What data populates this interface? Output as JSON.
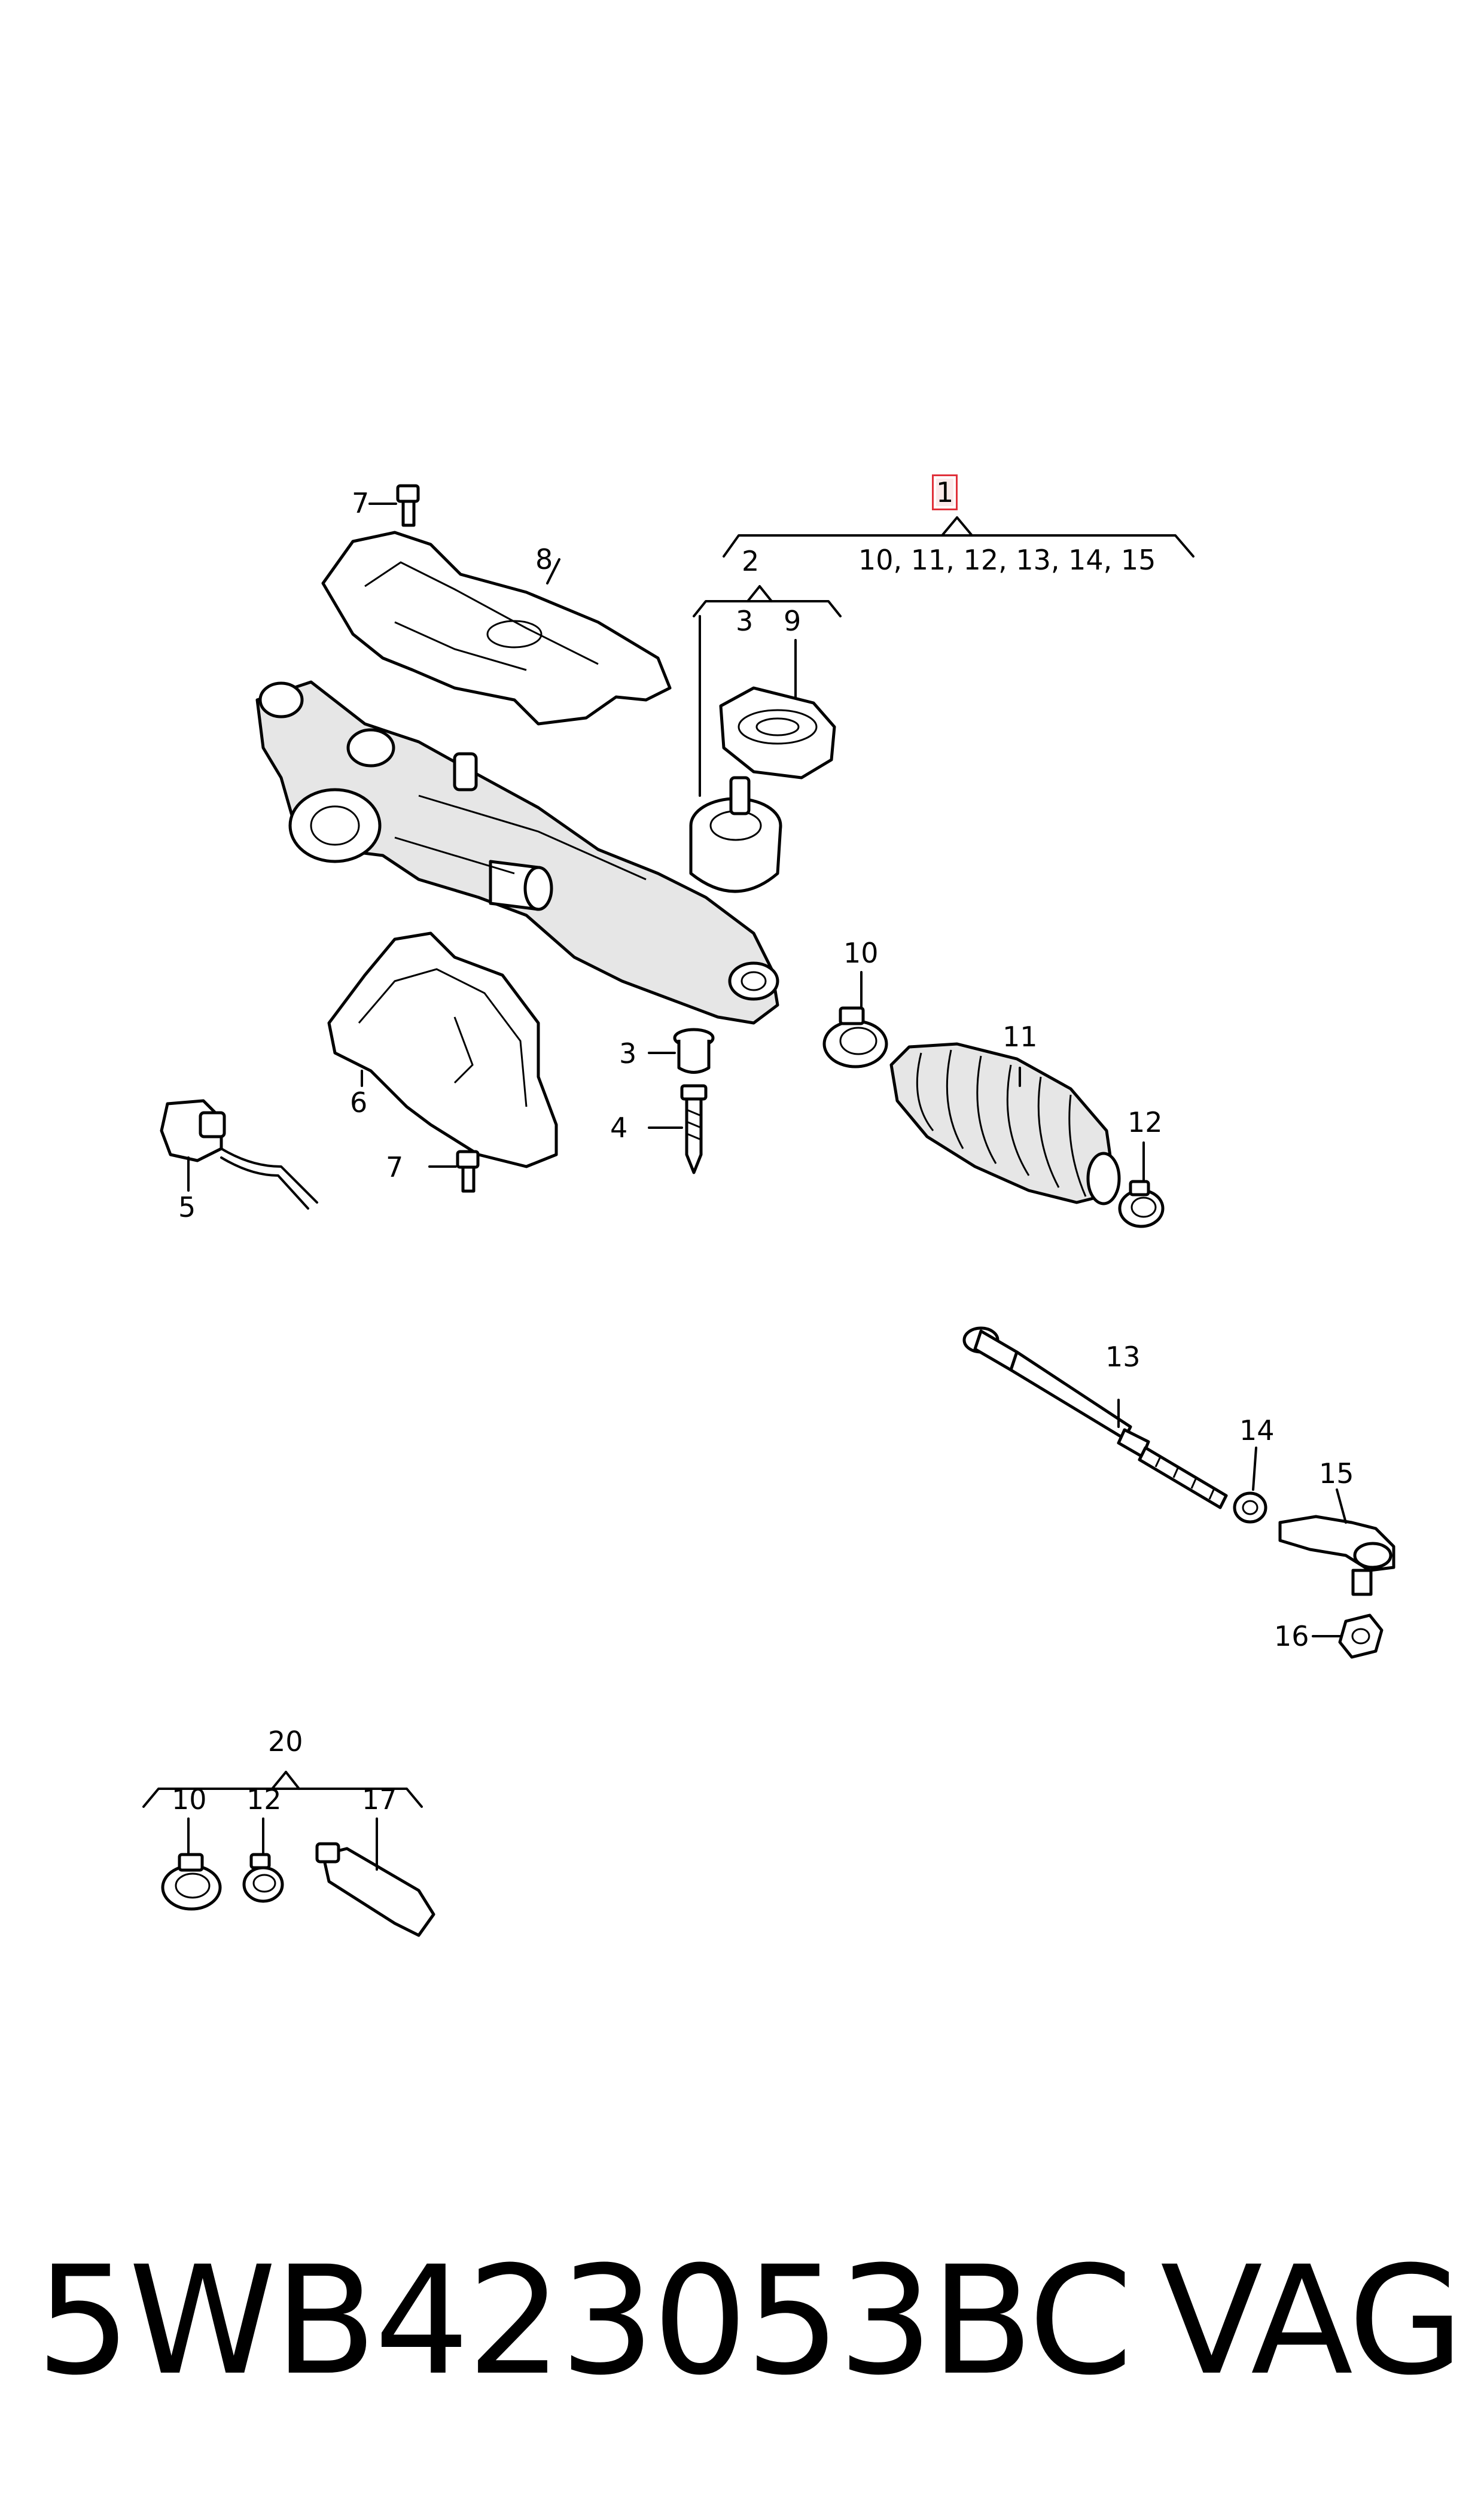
{
  "labels": {
    "l1": "1",
    "l1_children": "10, 11, 12, 13, 14, 15",
    "l2": "2",
    "l3a": "3",
    "l9a": "9",
    "l8": "8",
    "l7a": "7",
    "l7b": "7",
    "l6": "6",
    "l5": "5",
    "l3b": "3",
    "l4": "4",
    "l10a": "10",
    "l11": "11",
    "l12a": "12",
    "l13": "13",
    "l14": "14",
    "l15": "15",
    "l16": "16",
    "l20": "20",
    "l10b": "10",
    "l12b": "12",
    "l17": "17"
  },
  "footer": {
    "part_number": "5WB423053BC",
    "brand": "VAG"
  },
  "colors": {
    "highlight": "#e0303a",
    "ink": "#000000",
    "part_fill": "#e6e6e6"
  }
}
